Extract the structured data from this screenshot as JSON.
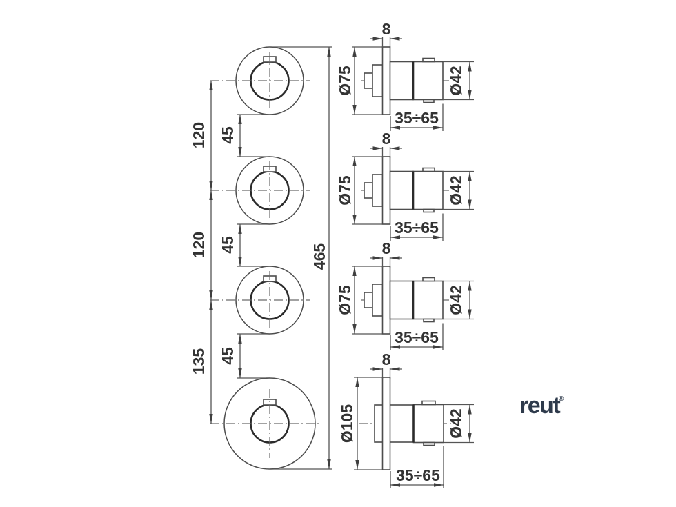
{
  "front_view": {
    "center_spacing_dims": [
      "120",
      "120",
      "135"
    ],
    "gap_dims": [
      "45",
      "45",
      "45"
    ],
    "total_height_dim": "465"
  },
  "side_views": [
    {
      "plate_thickness": "8",
      "plate_diameter": "Ø75",
      "knob_diameter": "Ø42",
      "install_depth": "35÷65"
    },
    {
      "plate_thickness": "8",
      "plate_diameter": "Ø75",
      "knob_diameter": "Ø42",
      "install_depth": "35÷65"
    },
    {
      "plate_thickness": "8",
      "plate_diameter": "Ø75",
      "knob_diameter": "Ø42",
      "install_depth": "35÷65"
    },
    {
      "plate_thickness": "8",
      "plate_diameter": "Ø105",
      "knob_diameter": "Ø42",
      "install_depth": "35÷65"
    }
  ],
  "logo": {
    "text": "reut",
    "mark": "®"
  },
  "colors": {
    "line": "#4d4d4d",
    "line_dark": "#2b2b2b",
    "text": "#333333",
    "logo": "#2e3a4b",
    "background": "#ffffff"
  }
}
